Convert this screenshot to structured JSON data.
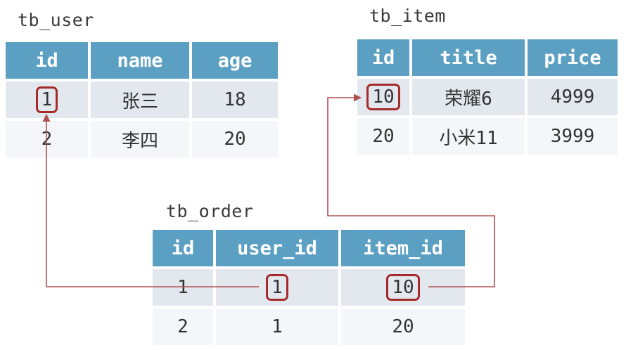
{
  "tb_user": {
    "caption": "tb_user",
    "columns": [
      "id",
      "name",
      "age"
    ],
    "rows": [
      [
        "1",
        "张三",
        "18"
      ],
      [
        "2",
        "李四",
        "20"
      ]
    ]
  },
  "tb_item": {
    "caption": "tb_item",
    "columns": [
      "id",
      "title",
      "price"
    ],
    "rows": [
      [
        "10",
        "荣耀6",
        "4999"
      ],
      [
        "20",
        "小米11",
        "3999"
      ]
    ]
  },
  "tb_order": {
    "caption": "tb_order",
    "columns": [
      "id",
      "user_id",
      "item_id"
    ],
    "rows": [
      [
        "1",
        "1",
        "10"
      ],
      [
        "2",
        "1",
        "20"
      ]
    ]
  },
  "colors": {
    "header": "#5b9fc2",
    "highlight": "#a52a2a",
    "arrow": "#b05050"
  }
}
